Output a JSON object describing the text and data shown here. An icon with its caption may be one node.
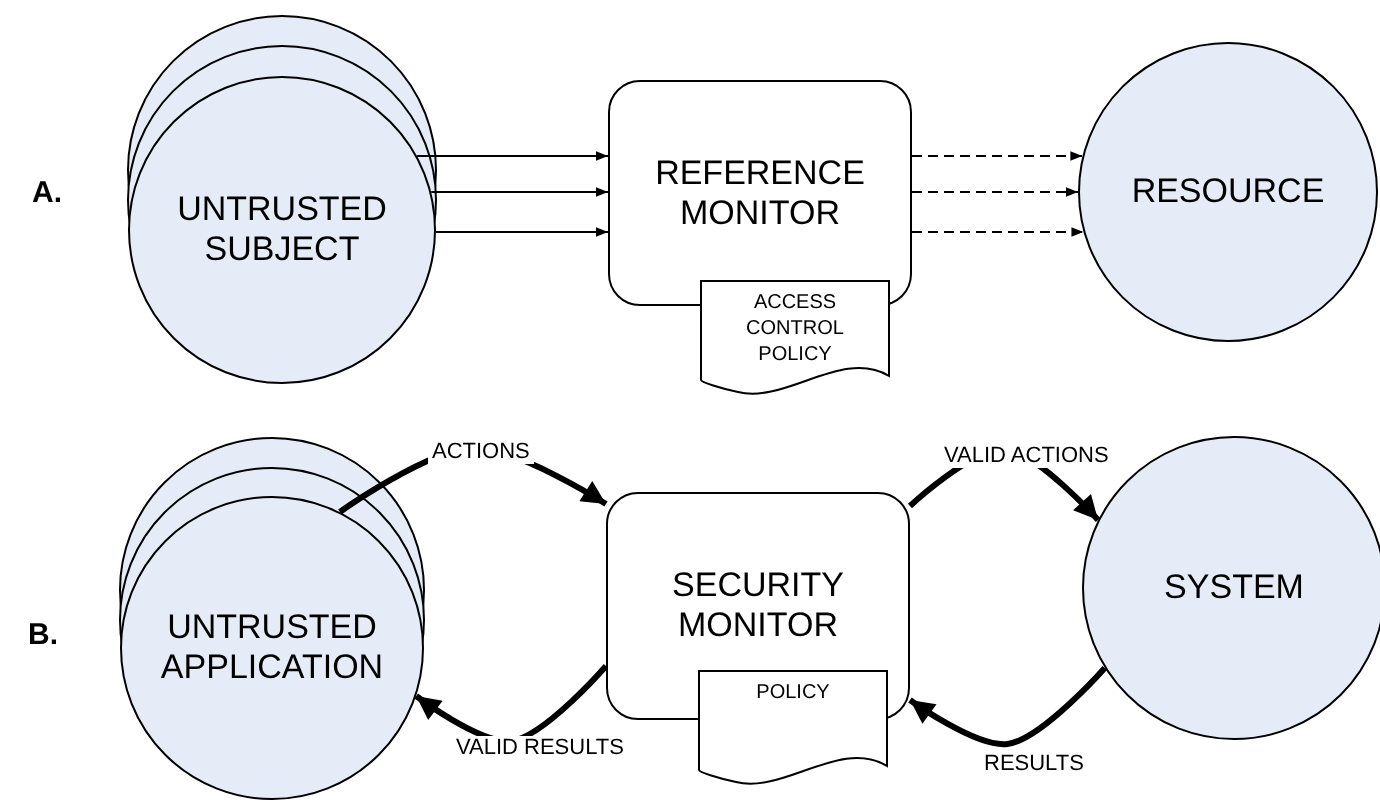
{
  "diagram": {
    "nodes": [
      {
        "text": [
          "UNTRUSTED SUBJECT"
        ]
      },
      {
        "text": [
          "REFERENCE MONITOR"
        ]
      },
      {
        "text": [
          "ACCESS CONTROL POLICY"
        ]
      },
      {
        "text": [
          "RESOURCE"
        ]
      },
      {
        "text": [
          "UNTRUSTED APPLICATION"
        ]
      },
      {
        "text": [
          "SECURITY MONITOR"
        ]
      },
      {
        "text": [
          "POLICY"
        ]
      },
      {
        "text": [
          "SYSTEM"
        ]
      }
    ],
    "edges": [
      {
        "from": 0,
        "to": 1,
        "arrow": "to"
      },
      {
        "from": 0,
        "to": 1,
        "arrow": "to"
      },
      {
        "from": 0,
        "to": 1,
        "arrow": "to"
      },
      {
        "from": 1,
        "to": 3,
        "arrow": "to",
        "style": "dashed"
      },
      {
        "from": 1,
        "to": 3,
        "arrow": "to",
        "style": "dashed"
      },
      {
        "from": 1,
        "to": 3,
        "arrow": "to",
        "style": "dashed"
      },
      {
        "from": 4,
        "to": 5,
        "arrow": "to",
        "label": "ACTIONS",
        "style": "thick"
      },
      {
        "from": 5,
        "to": 7,
        "arrow": "to",
        "label": "VALID ACTIONS",
        "style": "thick"
      },
      {
        "from": 7,
        "to": 5,
        "arrow": "to",
        "label": "RESULTS",
        "style": "thick"
      },
      {
        "from": 5,
        "to": 4,
        "arrow": "to",
        "label": "VALID RESULTS",
        "style": "thick"
      }
    ],
    "labels": [
      "A.",
      "B."
    ]
  }
}
